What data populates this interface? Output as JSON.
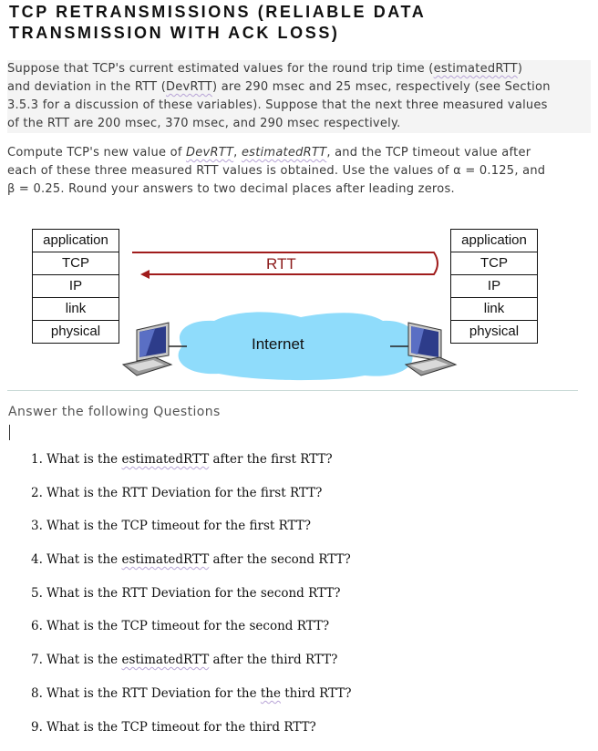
{
  "title_lines": [
    "TCP RETRANSMISSIONS (RELIABLE DATA",
    "TRANSMISSION WITH ACK LOSS)"
  ],
  "paragraph1": {
    "l1_a": "Suppose that TCP's current estimated values for the round trip time (",
    "l1_b": "estimatedRTT",
    "l1_c": ")",
    "l2_a": "and deviation in the RTT (",
    "l2_b": "DevRTT",
    "l2_c": ") are 290 msec and 25 msec, respectively (see Section",
    "l3": "3.5.3 for a discussion of these variables). Suppose that the next three measured values",
    "l4": "of the RTT are 200 msec, 370 msec, and 290 msec respectively."
  },
  "paragraph2": {
    "l1_a": "Compute TCP's new value of ",
    "l1_b": "DevRTT",
    "l1_c": ", ",
    "l1_d": "estimatedRTT",
    "l1_e": ", and the TCP timeout value after",
    "l2": "each of these three measured RTT values is obtained. Use the values of α = 0.125, and",
    "l3": "β = 0.25. Round your answers to two decimal places after leading zeros."
  },
  "diagram": {
    "left_stack": [
      "application",
      "TCP",
      "IP",
      "link",
      "physical"
    ],
    "right_stack": [
      "application",
      "TCP",
      "IP",
      "link",
      "physical"
    ],
    "rtt_label": "RTT",
    "network_label": "Internet",
    "arrow_color": "#a01c1c",
    "cloud_color": "#8fdcfb"
  },
  "answer_heading": "Answer the following Questions",
  "questions": [
    {
      "pre": "1. What is the ",
      "term": "estimatedRTT",
      "post": " after the first RTT?"
    },
    {
      "pre": "2. What is the RTT Deviation for the first RTT?",
      "term": "",
      "post": ""
    },
    {
      "pre": "3. What is the TCP timeout for the first RTT?",
      "term": "",
      "post": ""
    },
    {
      "pre": "4. What is the ",
      "term": "estimatedRTT",
      "post": " after the second RTT?"
    },
    {
      "pre": "5. What is the RTT Deviation for the second RTT?",
      "term": "",
      "post": ""
    },
    {
      "pre": "6. What is the TCP timeout for the second RTT?",
      "term": "",
      "post": ""
    },
    {
      "pre": "7. What is the ",
      "term": "estimatedRTT",
      "post": " after the third RTT?"
    },
    {
      "pre": "8. What is the RTT Deviation for the ",
      "term": "the",
      "post": " third RTT?"
    },
    {
      "pre": "9. What is the TCP timeout for the third RTT?",
      "term": "",
      "post": ""
    }
  ]
}
